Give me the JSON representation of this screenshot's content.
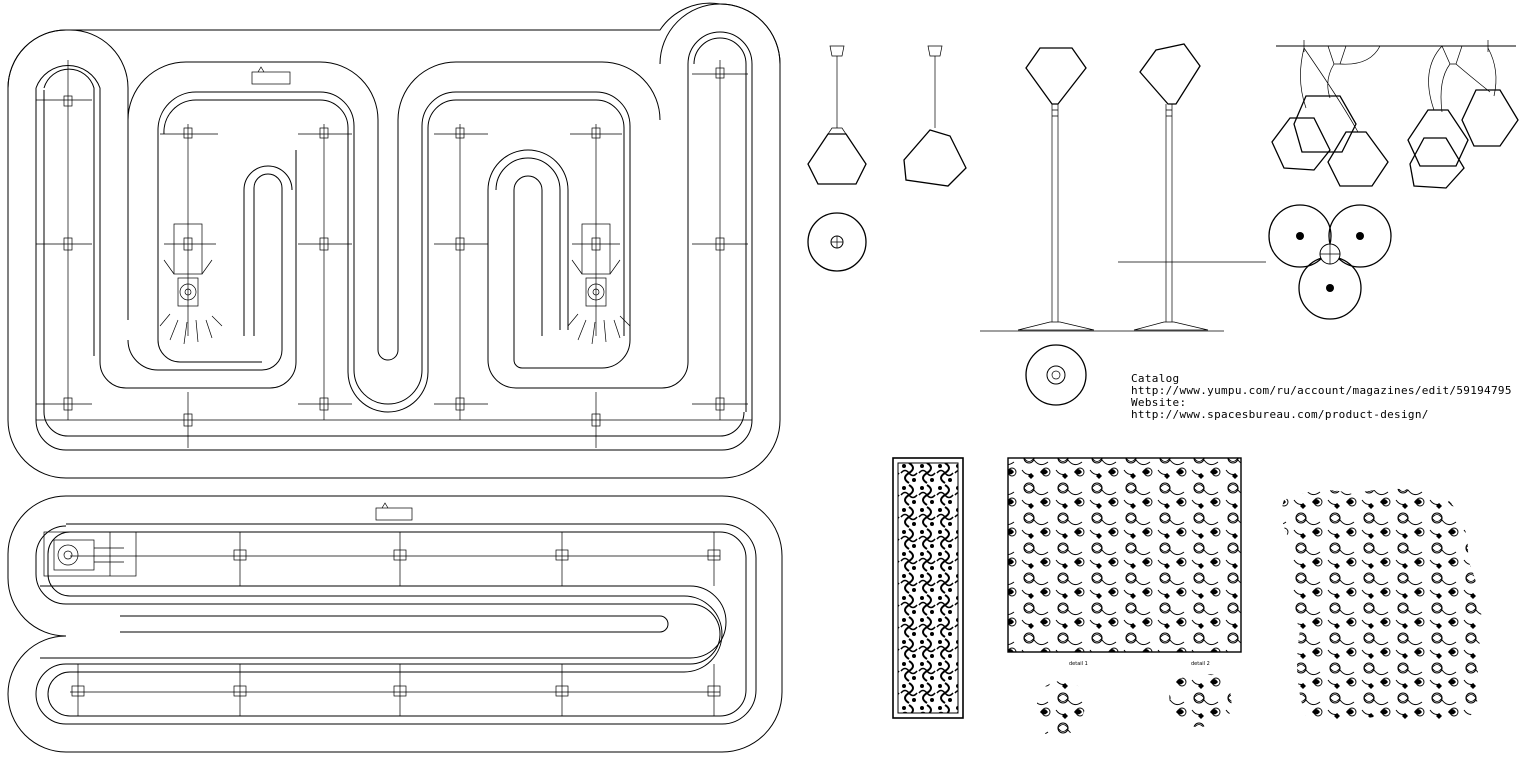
{
  "notes": {
    "catalog_label": "Catalog",
    "catalog_url": "http://www.yumpu.com/ru/account/magazines/edit/59194795",
    "website_label": "Website:",
    "website_url": "http://www.spacesbureau.com/product-design/"
  },
  "detail_labels": [
    "detail 1",
    "detail 2"
  ],
  "icons": {
    "pendant": "pendant-lamp-icon",
    "floor": "floor-lamp-icon",
    "cluster": "lamp-cluster-icon",
    "pattern": "ornament-pattern-icon"
  }
}
